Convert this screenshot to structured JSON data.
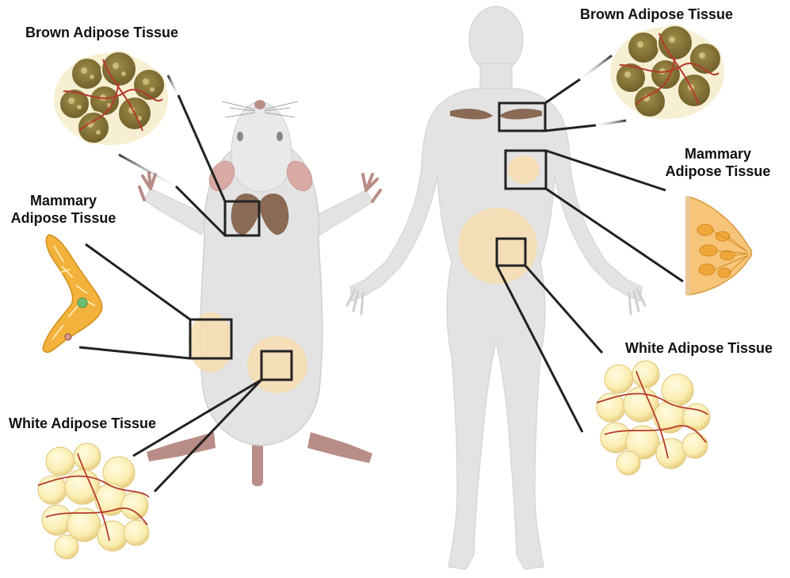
{
  "labels": {
    "mouse_brown": "Brown Adipose Tissue",
    "mouse_mammary_line1": "Mammary",
    "mouse_mammary_line2": "Adipose Tissue",
    "mouse_white": "White Adipose Tissue",
    "human_brown": "Brown Adipose Tissue",
    "human_mammary_line1": "Mammary",
    "human_mammary_line2": "Adipose Tissue",
    "human_white": "White Adipose Tissue"
  },
  "colors": {
    "body": "#e3e3e3",
    "body_outline": "#cfcfcf",
    "brown_fat_depot": "#8a6a55",
    "white_fat_depot": "#f6ddb0",
    "brown_cell": "#8c7b3a",
    "white_cell": "#fbeeb2",
    "vessel": "#b53a2e",
    "mammary_gland": "#f3b23b",
    "box_line": "#222222"
  },
  "icons": [
    "mouse-figure",
    "human-figure",
    "brown-adipocyte-cluster",
    "white-adipocyte-cluster",
    "mouse-mammary-gland",
    "human-breast-cross-section"
  ]
}
